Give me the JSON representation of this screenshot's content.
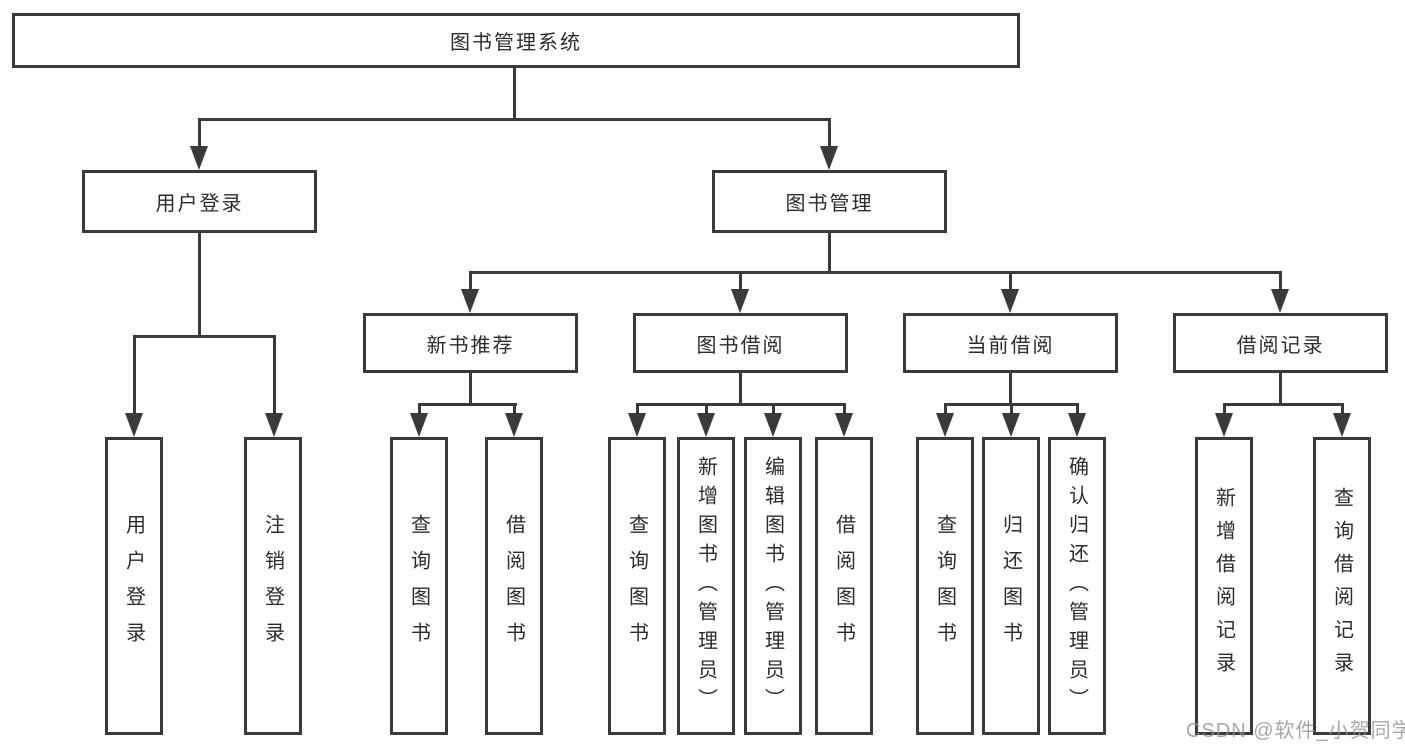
{
  "diagram": {
    "title": "图书管理系统",
    "branches": [
      {
        "label": "用户登录",
        "children": [
          "用户登录",
          "注销登录"
        ]
      },
      {
        "label": "图书管理",
        "sub": [
          {
            "label": "新书推荐",
            "children": [
              "查询图书",
              "借阅图书"
            ]
          },
          {
            "label": "图书借阅",
            "children": [
              "查询图书",
              "新增图书（管理员）",
              "编辑图书（管理员）",
              "借阅图书"
            ]
          },
          {
            "label": "当前借阅",
            "children": [
              "查询图书",
              "归还图书",
              "确认归还（管理员）"
            ]
          },
          {
            "label": "借阅记录",
            "children": [
              "新增借阅记录",
              "查询借阅记录"
            ]
          }
        ]
      }
    ]
  },
  "watermark": {
    "text": "CSDN @软件_小贺同学"
  },
  "colors": {
    "line": "#3a3a3a",
    "box_border": "#3a3a3a",
    "text": "#2c2c2c",
    "watermark": "#919191",
    "background": "#ffffff"
  }
}
